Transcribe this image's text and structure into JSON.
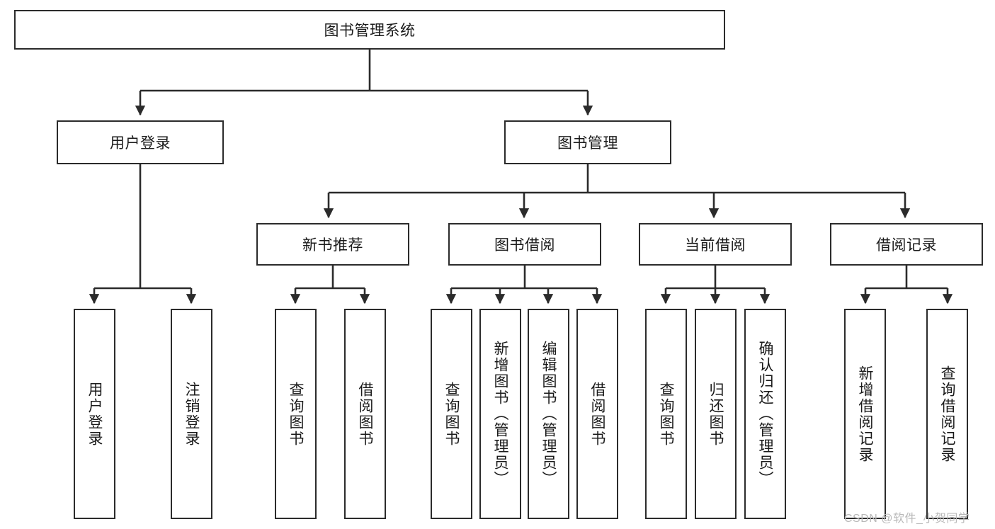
{
  "diagram": {
    "title": "图书管理系统",
    "type": "tree-hierarchy-diagram",
    "colors": {
      "box_border": "#2b2b2b",
      "box_fill": "#ffffff",
      "edge": "#2b2b2b",
      "text": "#1a1a1a",
      "watermark": "#b9b9b9",
      "background": "#ffffff"
    },
    "nodes": {
      "root": {
        "label": "图书管理系统"
      },
      "level2": [
        {
          "id": "user-login",
          "label": "用户登录"
        },
        {
          "id": "book-manage",
          "label": "图书管理"
        }
      ],
      "level3": [
        {
          "id": "new-book-recommend",
          "label": "新书推荐"
        },
        {
          "id": "book-borrow",
          "label": "图书借阅"
        },
        {
          "id": "current-borrow",
          "label": "当前借阅"
        },
        {
          "id": "borrow-record",
          "label": "借阅记录"
        }
      ],
      "leaves": {
        "user_login": [
          {
            "id": "leaf-user-login",
            "label": "用户登录"
          },
          {
            "id": "leaf-logout-login",
            "label": "注销登录"
          }
        ],
        "new_book_recommend": [
          {
            "id": "leaf-query-book-1",
            "label": "查询图书"
          },
          {
            "id": "leaf-borrow-book-1",
            "label": "借阅图书"
          }
        ],
        "book_borrow": [
          {
            "id": "leaf-query-book-2",
            "label": "查询图书"
          },
          {
            "id": "leaf-add-book",
            "label": "新增图书（管理员）"
          },
          {
            "id": "leaf-edit-book",
            "label": "编辑图书（管理员）"
          },
          {
            "id": "leaf-borrow-book-2",
            "label": "借阅图书"
          }
        ],
        "current_borrow": [
          {
            "id": "leaf-query-book-3",
            "label": "查询图书"
          },
          {
            "id": "leaf-return-book",
            "label": "归还图书"
          },
          {
            "id": "leaf-confirm-return",
            "label": "确认归还（管理员）"
          }
        ],
        "borrow_record": [
          {
            "id": "leaf-add-record",
            "label": "新增借阅记录"
          },
          {
            "id": "leaf-query-record",
            "label": "查询借阅记录"
          }
        ]
      }
    },
    "watermark": "CSDN @软件_小贺同学"
  }
}
